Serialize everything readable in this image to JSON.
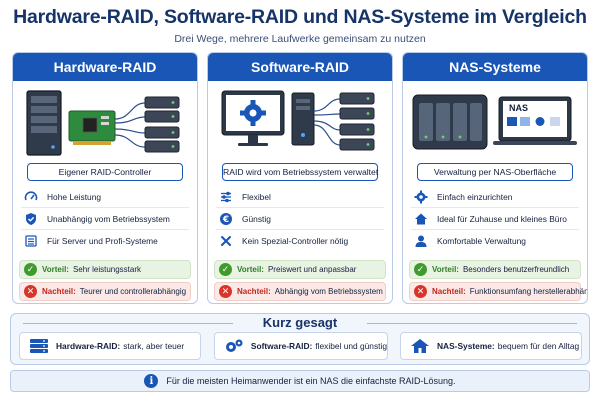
{
  "header": {
    "title": "Hardware-RAID, Software-RAID und NAS-Systeme im Vergleich",
    "subtitle": "Drei Wege, mehrere Laufwerke gemeinsam zu nutzen"
  },
  "cards": [
    {
      "title": "Hardware-RAID",
      "caption": "Eigener RAID-Controller",
      "features": [
        {
          "icon": "speedometer-icon",
          "text": "Hohe Leistung"
        },
        {
          "icon": "shield-check-icon",
          "text": "Unabhängig vom Betriebssystem"
        },
        {
          "icon": "server-list-icon",
          "text": "Für Server und Profi-Systeme"
        }
      ],
      "pro_label": "Vorteil:",
      "pro_text": "Sehr leistungsstark",
      "con_label": "Nachteil:",
      "con_text": "Teurer und controllerabhängig"
    },
    {
      "title": "Software-RAID",
      "caption": "RAID wird vom Betriebssystem verwaltet",
      "features": [
        {
          "icon": "sliders-icon",
          "text": "Flexibel"
        },
        {
          "icon": "euro-icon",
          "text": "Günstig"
        },
        {
          "icon": "tools-icon",
          "text": "Kein Spezial-Controller nötig"
        }
      ],
      "pro_label": "Vorteil:",
      "pro_text": "Preiswert und anpassbar",
      "con_label": "Nachteil:",
      "con_text": "Abhängig vom Betriebssystem"
    },
    {
      "title": "NAS-Systeme",
      "caption": "Verwaltung per NAS-Oberfläche",
      "features": [
        {
          "icon": "gear-icon",
          "text": "Einfach einzurichten"
        },
        {
          "icon": "home-icon",
          "text": "Ideal für Zuhause und kleines Büro"
        },
        {
          "icon": "user-icon",
          "text": "Komfortable Verwaltung"
        }
      ],
      "pro_label": "Vorteil:",
      "pro_text": "Besonders benutzerfreundlich",
      "con_label": "Nachteil:",
      "con_text": "Funktionsumfang herstellerabhängig"
    }
  ],
  "nas_screen_label": "NAS",
  "summary": {
    "title": "Kurz gesagt",
    "items": [
      {
        "icon": "server-icon",
        "bold": "Hardware-RAID:",
        "text": "stark, aber teuer"
      },
      {
        "icon": "gears-icon",
        "bold": "Software-RAID:",
        "text": "flexibel und günstig"
      },
      {
        "icon": "home-icon",
        "bold": "NAS-Systeme:",
        "text": "bequem für den Alltag"
      }
    ]
  },
  "info": {
    "icon_glyph": "i",
    "text": "Für die meisten Heimanwender ist ein NAS die einfachste RAID-Lösung."
  },
  "colors": {
    "primary": "#1a56b6",
    "title": "#173468",
    "pro": "#3f9b2e",
    "con": "#d9332a"
  }
}
